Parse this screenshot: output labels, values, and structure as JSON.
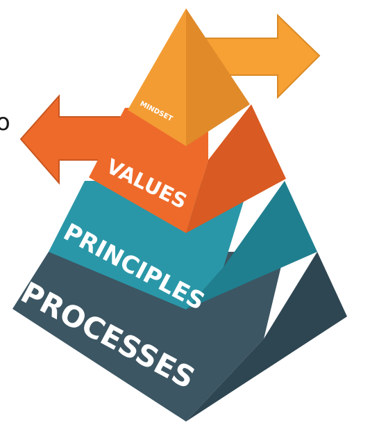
{
  "pyramid": {
    "levels": [
      {
        "key": "mindset",
        "label": "MINDSET",
        "color_front": "#F39C34",
        "color_side": "#E08A2A"
      },
      {
        "key": "values",
        "label": "VALUES",
        "color_front": "#EE6A2A",
        "color_side": "#D95A22"
      },
      {
        "key": "principles",
        "label": "PRINCIPLES",
        "color_front": "#2A97A8",
        "color_side": "#1F7F8F"
      },
      {
        "key": "processes",
        "label": "PROCESSES",
        "color_front": "#3C5663",
        "color_side": "#2E4652"
      }
    ],
    "stray_text": "o"
  },
  "arrows": {
    "right_arrow": {
      "color": "#F7A033",
      "stroke": "#D98A26",
      "icon": "right-arrow-icon"
    },
    "left_arrow": {
      "color": "#EE6A2A",
      "stroke": "#C9561F",
      "icon": "left-arrow-icon"
    }
  }
}
